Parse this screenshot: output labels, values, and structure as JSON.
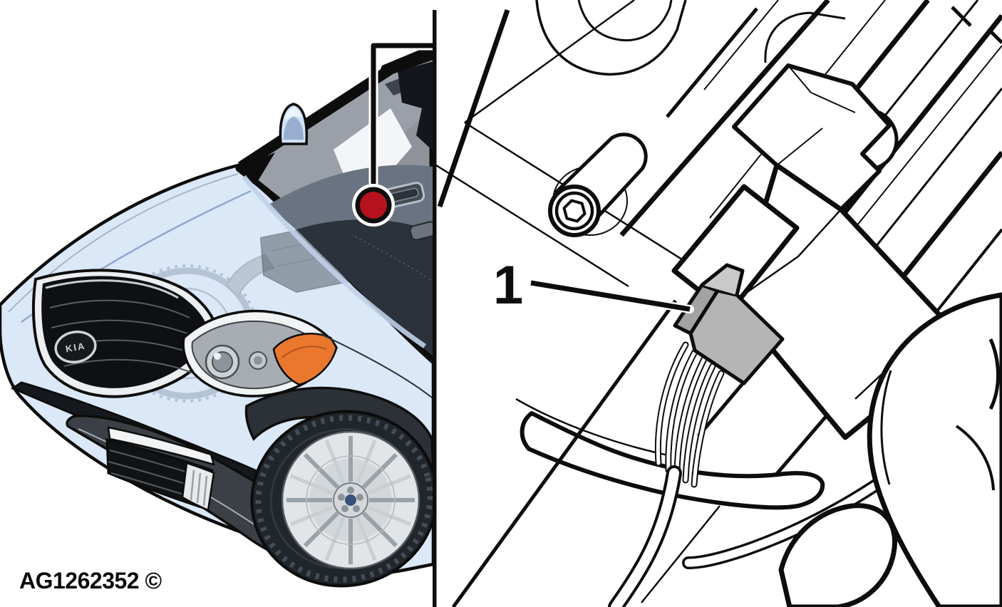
{
  "figure": {
    "code_label": "AG1262352 ©",
    "callout_number": "1",
    "badge_text": "KIA"
  },
  "colors": {
    "line_black": "#0d0d0d",
    "marker_red": "#b5121d",
    "body_blue": "#dbe8f7",
    "mirror_blue": "#cfe2f4",
    "glass_gray": "#8f949c",
    "glass_mid": "#6a7382",
    "dashboard_dark": "#2c323b",
    "reflection_white": "#f3f5f8",
    "connector_gray": "#b5b5b5",
    "connector_side": "#a3a3a3",
    "signal_orange": "#e9772e",
    "bumper_gray": "#3b4046",
    "intake_black": "#15181c",
    "tire_dark": "#20262c",
    "rim_silver": "#e2e5e7",
    "chrome": "#eceeef",
    "ghost_blue": "#7f92a8"
  }
}
